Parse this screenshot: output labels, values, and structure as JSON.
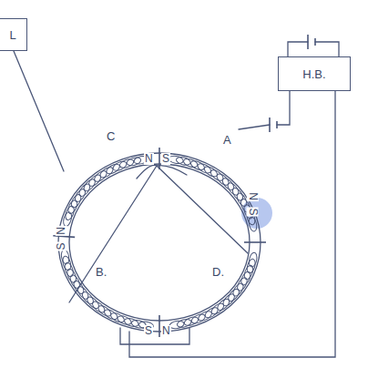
{
  "diagram": {
    "nodes": [
      {
        "text": [
          "L"
        ]
      },
      {
        "text": [
          "H.B."
        ]
      }
    ],
    "labels": [
      "C",
      "N",
      "S",
      "A",
      "N",
      "S",
      "N",
      "S",
      "B.",
      "S",
      "N",
      "D."
    ]
  }
}
